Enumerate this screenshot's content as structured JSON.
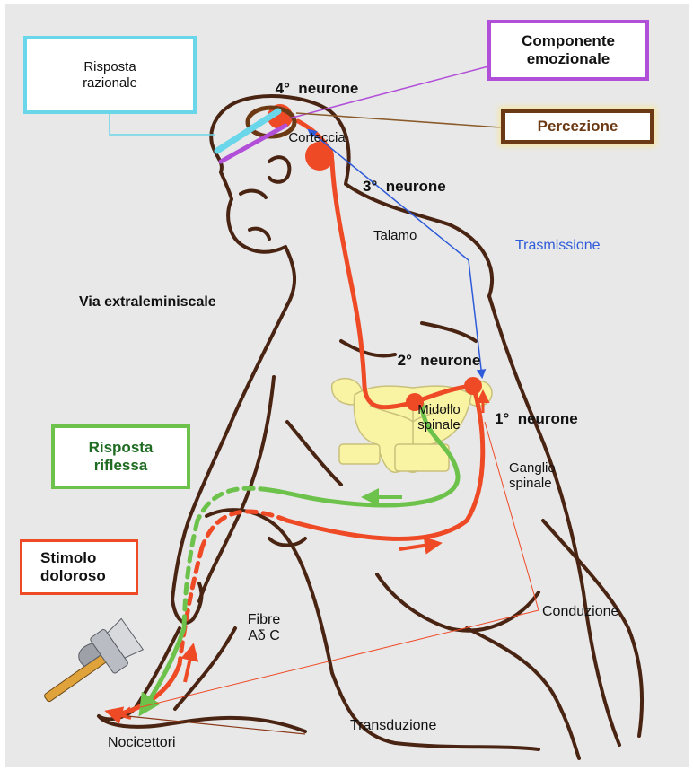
{
  "colors": {
    "background": "#e8e8e8",
    "body_outline": "#4a2412",
    "pain_pathway": "#ef4a26",
    "reflex_pathway": "#6cc24a",
    "transmission": "#2e5bd9",
    "emotional": "#b14fd8",
    "rational": "#6ad6ea",
    "perception": "#6b3a14",
    "spinal_cord": "#f8f4a4"
  },
  "boxes": {
    "rational_response": "Risposta\nrazionale",
    "emotional_component": "Componente\nemozionale",
    "perception": "Percezione",
    "reflex_response": "Risposta\nriflessa",
    "painful_stimulus": "Stimolo\ndoloroso"
  },
  "neurons": {
    "fourth": {
      "title": "4°  neurone",
      "site": "Corteccia"
    },
    "third": {
      "title": "3°  neurone",
      "site": "Talamo"
    },
    "second": {
      "title": "2°  neurone",
      "site": "Midollo\nspinale"
    },
    "first": {
      "title": "1°  neurone",
      "site": "Ganglio\nspinale"
    }
  },
  "labels": {
    "pathway": "Via extraleminiscale",
    "transmission": "Trasmissione",
    "conduction": "Conduzione",
    "fibers": "Fibre\nAδ C",
    "transduction": "Transduzione",
    "nociceptors": "Nocicettori"
  },
  "icons": {
    "hammer": "hammer-icon"
  }
}
